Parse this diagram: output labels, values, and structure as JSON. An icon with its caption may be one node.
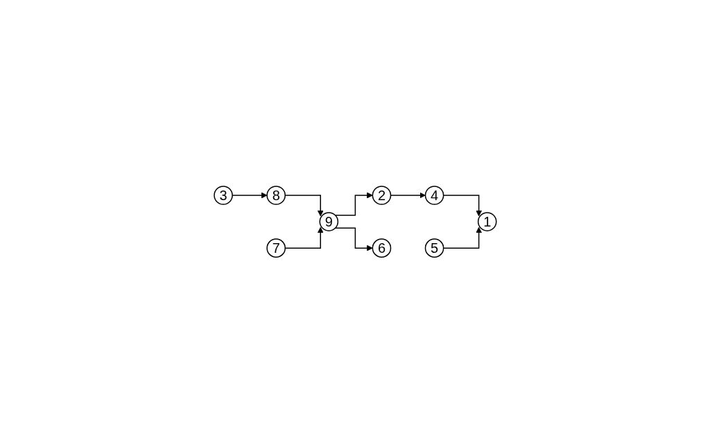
{
  "diagram": {
    "nodes": [
      {
        "text": [
          "8"
        ]
      },
      {
        "text": [
          "3"
        ]
      },
      {
        "text": [
          "7"
        ]
      },
      {
        "text": [
          "4"
        ]
      },
      {
        "text": [
          "9"
        ]
      },
      {
        "text": [
          "2"
        ]
      },
      {
        "text": [
          "6"
        ]
      },
      {
        "text": [
          "5"
        ]
      },
      {
        "text": [
          "1"
        ]
      }
    ],
    "edges": [
      {
        "from": 1,
        "to": 0,
        "arrow": "to"
      },
      {
        "from": 0,
        "to": 4,
        "arrow": "to"
      },
      {
        "from": 2,
        "to": 4,
        "arrow": "to"
      },
      {
        "from": 4,
        "to": 5,
        "arrow": "to"
      },
      {
        "from": 5,
        "to": 3,
        "arrow": "to"
      },
      {
        "from": 3,
        "to": 8,
        "arrow": "to"
      },
      {
        "from": 4,
        "to": 6,
        "arrow": "to"
      },
      {
        "from": 7,
        "to": 8,
        "arrow": "to"
      }
    ]
  }
}
